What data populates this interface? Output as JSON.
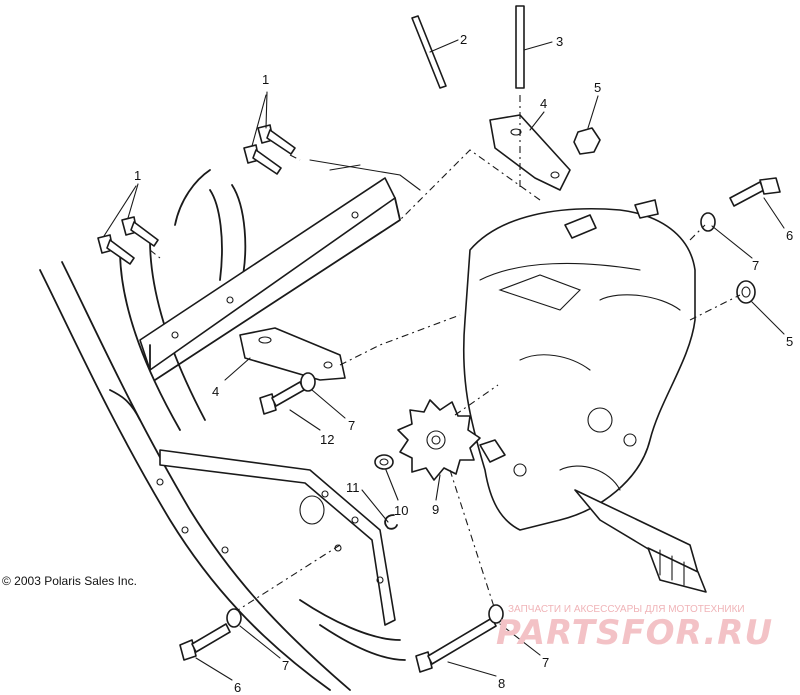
{
  "diagram": {
    "copyright": "© 2003 Polaris Sales Inc.",
    "watermark": {
      "tagline": "ЗАПЧАСТИ И АКСЕССУАРЫ ДЛЯ МОТОТЕХНИКИ",
      "brand": "PARTSFOR.RU",
      "color": "#f3c2c6"
    },
    "callouts": [
      {
        "id": "c1a",
        "label": "1"
      },
      {
        "id": "c1b",
        "label": "1"
      },
      {
        "id": "c2",
        "label": "2"
      },
      {
        "id": "c3",
        "label": "3"
      },
      {
        "id": "c4a",
        "label": "4"
      },
      {
        "id": "c4b",
        "label": "4"
      },
      {
        "id": "c5a",
        "label": "5"
      },
      {
        "id": "c5b",
        "label": "5"
      },
      {
        "id": "c6a",
        "label": "6"
      },
      {
        "id": "c6b",
        "label": "6"
      },
      {
        "id": "c7a",
        "label": "7"
      },
      {
        "id": "c7b",
        "label": "7"
      },
      {
        "id": "c7c",
        "label": "7"
      },
      {
        "id": "c7d",
        "label": "7"
      },
      {
        "id": "c8",
        "label": "8"
      },
      {
        "id": "c9",
        "label": "9"
      },
      {
        "id": "c10",
        "label": "10"
      },
      {
        "id": "c11",
        "label": "11"
      },
      {
        "id": "c12",
        "label": "12"
      }
    ]
  }
}
